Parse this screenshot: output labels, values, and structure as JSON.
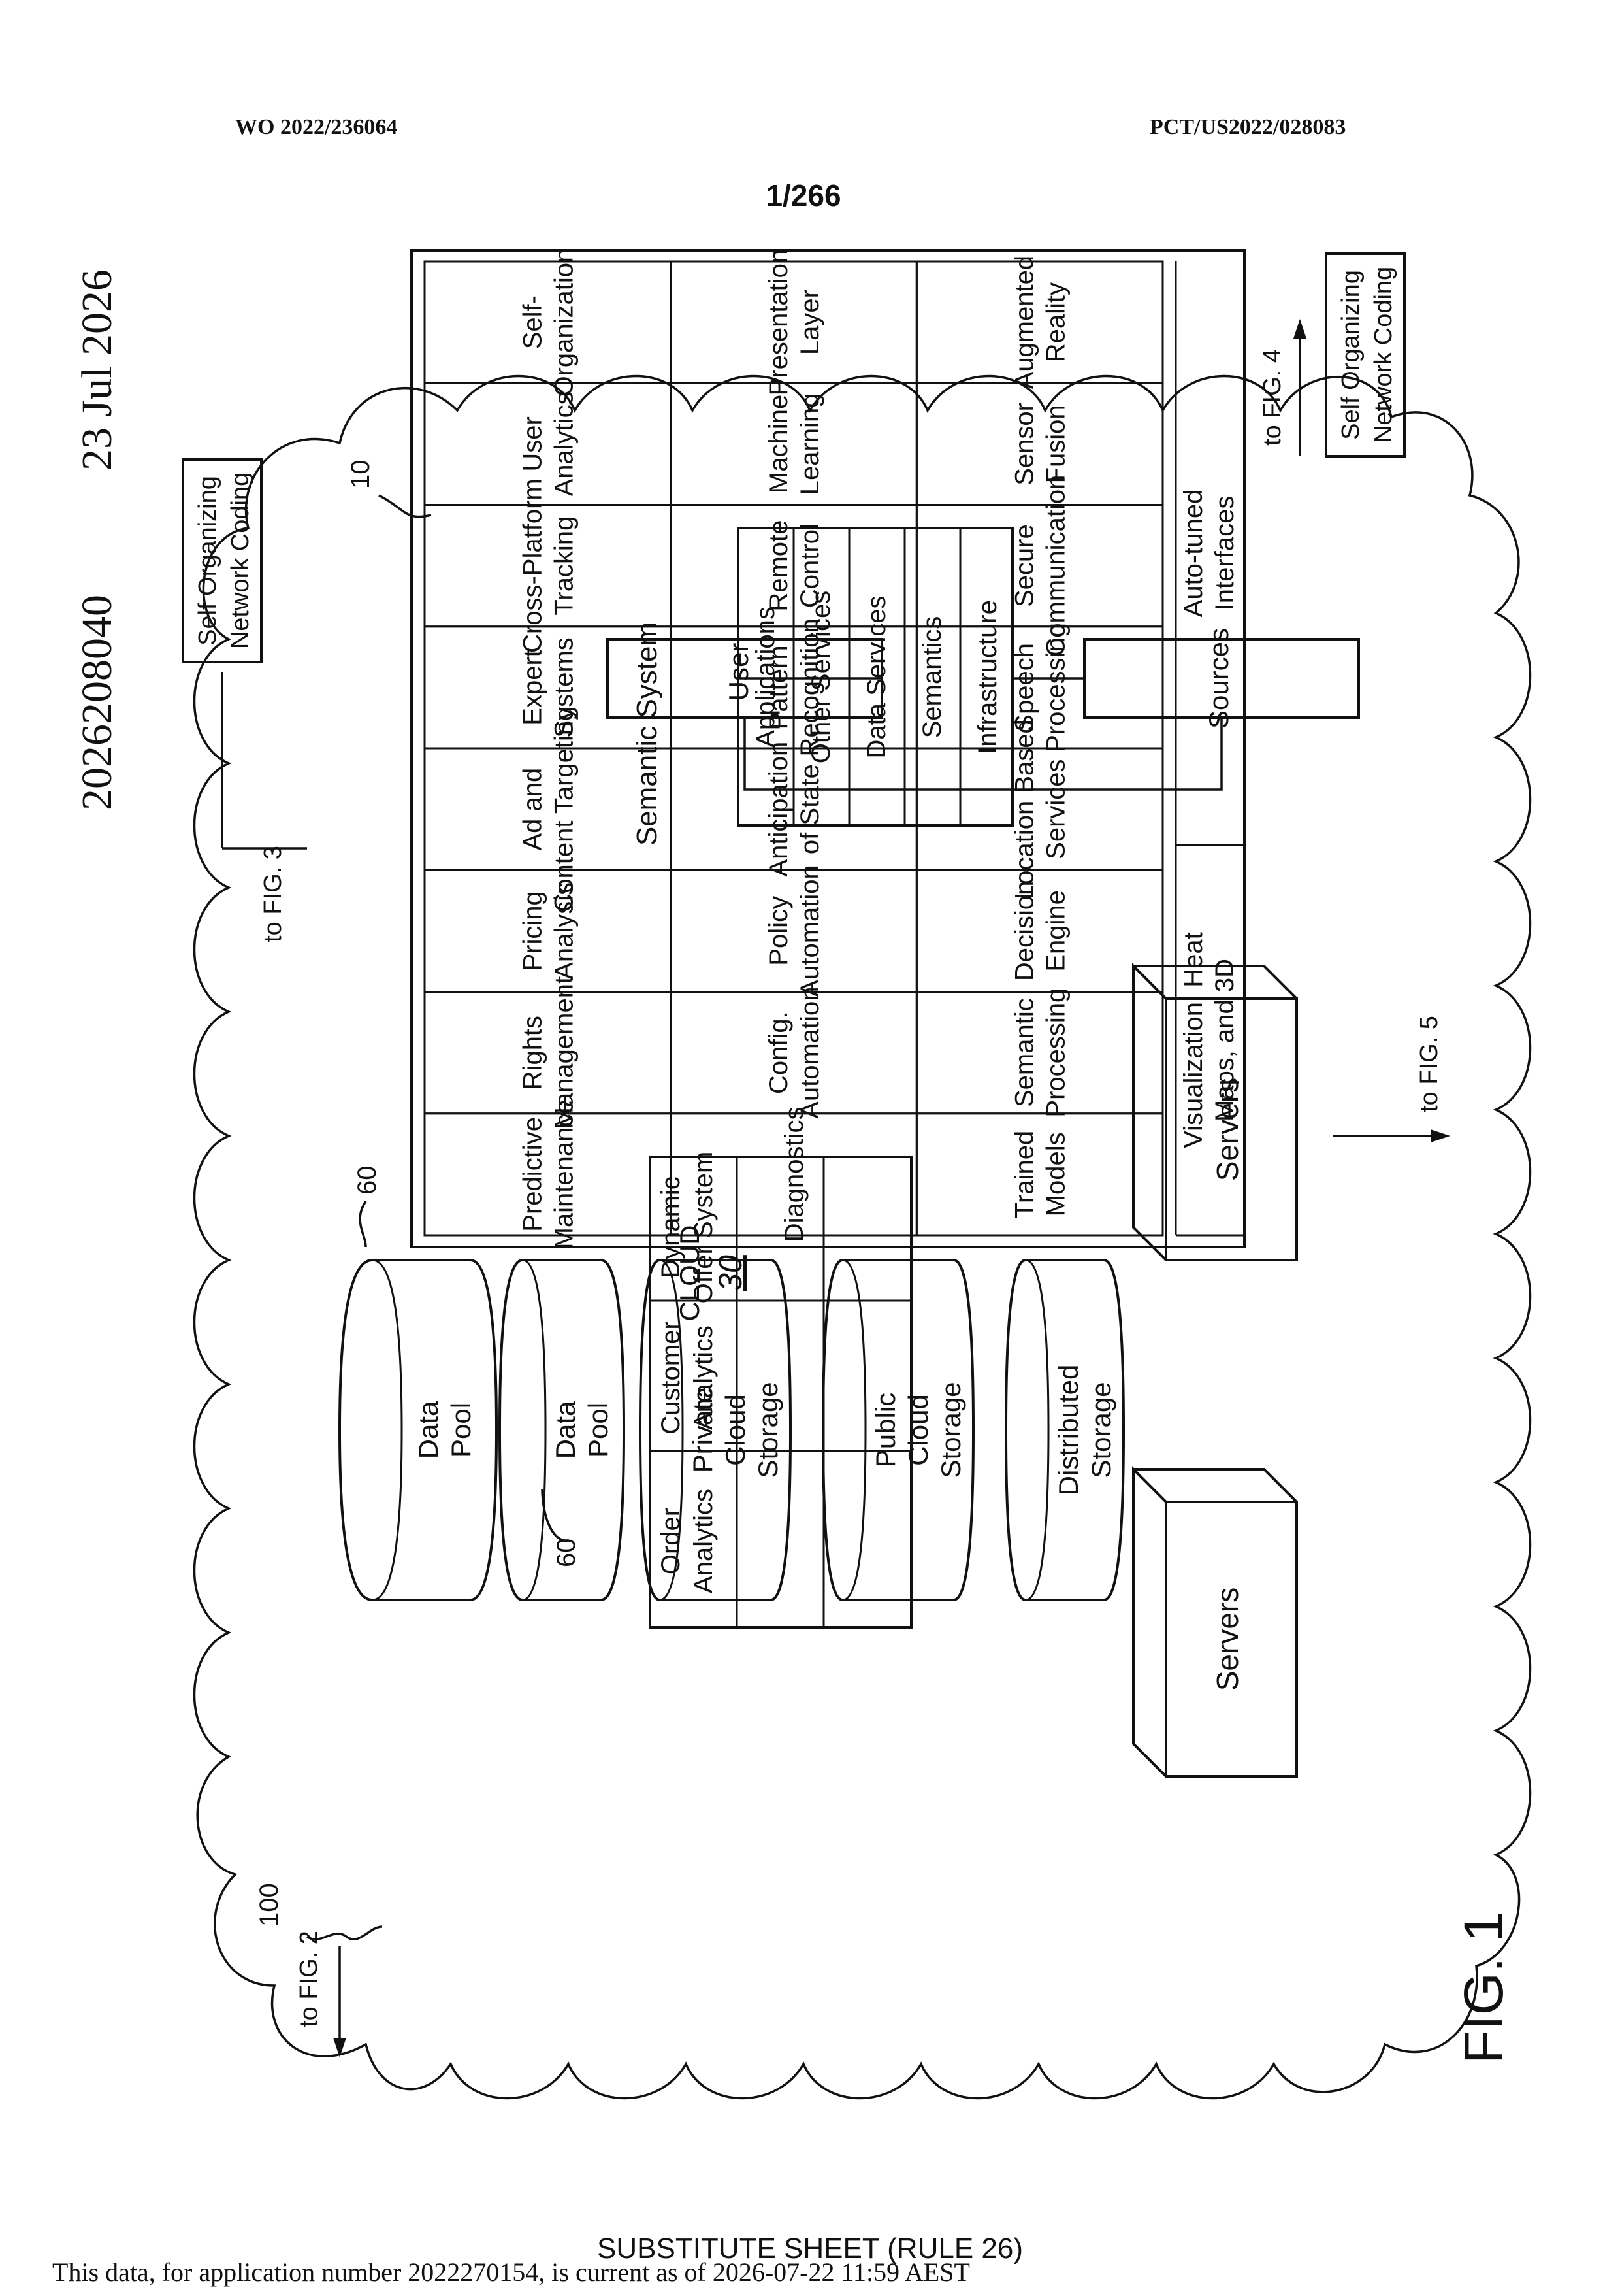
{
  "header": {
    "publication_number": "WO 2022/236064",
    "application_ref": "PCT/US2022/028083",
    "sheet": "1/266"
  },
  "side_stamp": {
    "number": "2026208040",
    "date": "23 Jul 2026"
  },
  "figure": {
    "label": "FIG. 1",
    "ref_100": "100",
    "ref_10": "10",
    "cloud_label": "CLOUD",
    "cloud_ref": "30",
    "ref_60_a": "60",
    "ref_60_b": "60"
  },
  "connectors": {
    "to_fig2": "to FIG. 2",
    "to_fig3": "to FIG. 3",
    "to_fig4": "to FIG. 4",
    "to_fig5": "to FIG. 5"
  },
  "soc_boxes": {
    "top": [
      "Self Organizing",
      "Network Coding"
    ],
    "right": [
      "Self Organizing",
      "Network Coding"
    ]
  },
  "analytics_box": [
    [
      "Order",
      "Analytics"
    ],
    [
      "Customer",
      "Analytics"
    ],
    [
      "Dynamic",
      "Offer System"
    ]
  ],
  "storage": [
    [
      "Data",
      "Pool"
    ],
    [
      "Data",
      "Pool"
    ],
    [
      "Private",
      "Cloud",
      "Storage"
    ],
    [
      "Public",
      "Cloud",
      "Storage"
    ],
    [
      "Distributed",
      "Storage"
    ]
  ],
  "servers": [
    "Servers",
    "Servers"
  ],
  "grid": {
    "rows": [
      [
        [
          "Predictive",
          "Maintenance"
        ],
        [
          "Diagnostics"
        ],
        [
          "Trained",
          "Models"
        ]
      ],
      [
        [
          "Rights",
          "Management"
        ],
        [
          "Config.",
          "Automation"
        ],
        [
          "Semantic",
          "Processing"
        ]
      ],
      [
        [
          "Pricing",
          "Analysis"
        ],
        [
          "Policy",
          "Automation"
        ],
        [
          "Decision",
          "Engine"
        ]
      ],
      [
        [
          "Ad and",
          "Content Targeting"
        ],
        [
          "Anticipation",
          "of State"
        ],
        [
          "Location Based",
          "Services"
        ]
      ],
      [
        [
          "Expert",
          "Systems"
        ],
        [
          "Pattern",
          "Recognition"
        ],
        [
          "Speech",
          "Processing"
        ]
      ],
      [
        [
          "Cross-Platform",
          "Tracking"
        ],
        [
          "Remote",
          "Control"
        ],
        [
          "Secure",
          "Communication"
        ]
      ],
      [
        [
          "User",
          "Analytics"
        ],
        [
          "Machine",
          "Learning"
        ],
        [
          "Sensor",
          "Fusion"
        ]
      ],
      [
        [
          "Self-",
          "Organization"
        ],
        [
          "Presentation",
          "Layer"
        ],
        [
          "Augmented",
          "Reality"
        ]
      ]
    ],
    "bottom": [
      [
        "Visualization, Heat",
        "Maps, and 3D"
      ],
      [
        "Auto-tuned",
        "Interfaces"
      ]
    ]
  },
  "semantic_system": {
    "title": "Semantic System",
    "user": "User",
    "sources": "Sources",
    "layers": [
      "Applications",
      "Other Services",
      "Data Services",
      "Semantics",
      "Infrastructure"
    ]
  },
  "footer": {
    "sheet_type": "SUBSTITUTE SHEET (RULE 26)",
    "notice": "This data, for application number 2022270154, is current as of 2026-07-22 11:59 AEST"
  }
}
